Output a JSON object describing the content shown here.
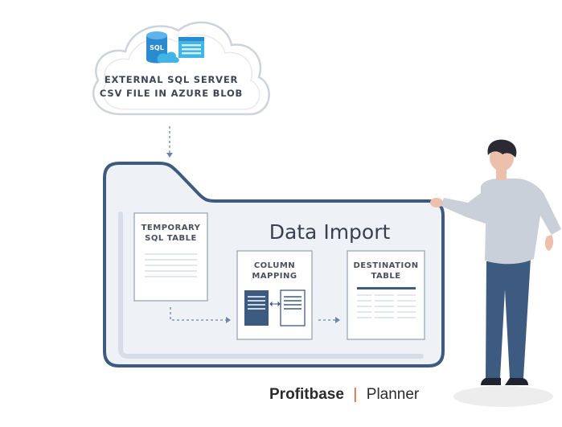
{
  "cloud": {
    "icons": [
      {
        "name": "database-icon",
        "text": "SQL"
      },
      {
        "name": "blob-storage-icon"
      }
    ],
    "line1": "EXTERNAL SQL SERVER",
    "line2": "CSV FILE IN AZURE BLOB"
  },
  "folder": {
    "title": "Data Import",
    "temp_table": {
      "line1": "TEMPORARY",
      "line2": "SQL TABLE"
    },
    "mapping": {
      "line1": "COLUMN",
      "line2": "MAPPING"
    },
    "destination": {
      "line1": "DESTINATION",
      "line2": "TABLE"
    }
  },
  "brand": {
    "name": "Profitbase",
    "separator": "|",
    "product": "Planner"
  },
  "colors": {
    "navy": "#3d5a80",
    "sql_blue": "#2a8bd1",
    "sky": "#41b6e6",
    "folder_fill": "#eef1f5",
    "accent_orange": "#e0572f"
  }
}
